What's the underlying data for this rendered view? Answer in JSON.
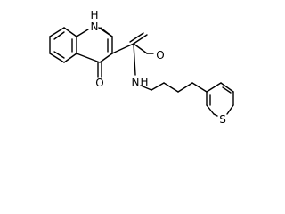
{
  "molecule": {
    "atoms": {
      "nh_ring": "H",
      "n_ring": "N",
      "o_keto": "O",
      "o_amide": "O",
      "n_amide": "N",
      "h_amide": "H",
      "s_thiophene": "S"
    }
  }
}
